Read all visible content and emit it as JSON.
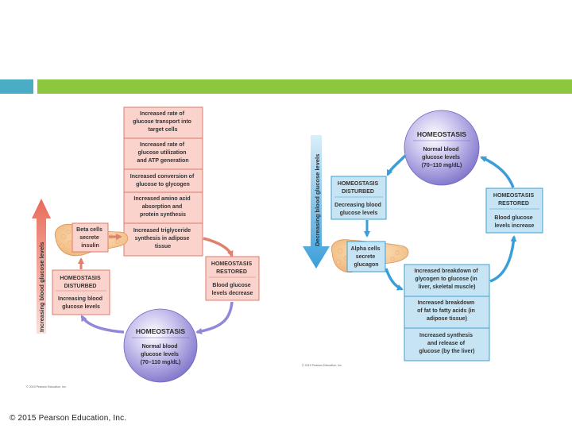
{
  "left_panel": {
    "axis_label": "Increasing blood glucose levels",
    "effects": [
      {
        "lines": [
          "Increased rate of",
          "glucose transport into",
          "target cells"
        ]
      },
      {
        "lines": [
          "Increased rate of",
          "glucose utilization",
          "and ATP generation"
        ]
      },
      {
        "lines": [
          "Increased conversion of",
          "glucose to glycogen"
        ]
      },
      {
        "lines": [
          "Increased amino acid",
          "absorption and",
          "protein synthesis"
        ]
      },
      {
        "lines": [
          "Increased triglyceride",
          "synthesis in adipose",
          "tissue"
        ]
      }
    ],
    "beta_cells": [
      "Beta cells",
      "secrete",
      "insulin"
    ],
    "disturbed": {
      "title": [
        "HOMEOSTASIS",
        "DISTURBED"
      ],
      "body": [
        "Increasing blood",
        "glucose levels"
      ]
    },
    "restored": {
      "title": [
        "HOMEOSTASIS",
        "RESTORED"
      ],
      "body": [
        "Blood glucose",
        "levels decrease"
      ]
    },
    "homeostasis": {
      "title": "HOMEOSTASIS",
      "body": [
        "Normal blood",
        "glucose levels",
        "(70–110 mg/dL)"
      ]
    },
    "copyright": "© 2015 Pearson Education, Inc."
  },
  "right_panel": {
    "axis_label": "Decreasing blood glucose levels",
    "homeostasis": {
      "title": "HOMEOSTASIS",
      "body": [
        "Normal blood",
        "glucose levels",
        "(70–110 mg/dL)"
      ]
    },
    "disturbed": {
      "title": [
        "HOMEOSTASIS",
        "DISTURBED"
      ],
      "body": [
        "Decreasing blood",
        "glucose levels"
      ]
    },
    "restored": {
      "title": [
        "HOMEOSTASIS",
        "RESTORED"
      ],
      "body": [
        "Blood glucose",
        "levels increase"
      ]
    },
    "alpha_cells": [
      "Alpha cells",
      "secrete",
      "glucagon"
    ],
    "effects": [
      {
        "lines": [
          "Increased breakdown of",
          "glycogen to glucose (in",
          "liver, skeletal muscle)"
        ]
      },
      {
        "lines": [
          "Increased breakdown",
          "of fat to fatty acids (in",
          "adipose tissue)"
        ]
      },
      {
        "lines": [
          "Increased synthesis",
          "and release of",
          "glucose (by the liver)"
        ]
      }
    ],
    "copyright": "© 2015 Pearson Education, Inc."
  },
  "footer": "© 2015 Pearson Education, Inc.",
  "colors": {
    "pink_fill": "#f9d3cc",
    "pink_stroke": "#e07a6a",
    "blue_fill": "#c6e4f4",
    "blue_stroke": "#3d9fd3",
    "purple": "#8f86d6",
    "teal_accent": "#4bacc6",
    "green_accent": "#8dc63f"
  }
}
